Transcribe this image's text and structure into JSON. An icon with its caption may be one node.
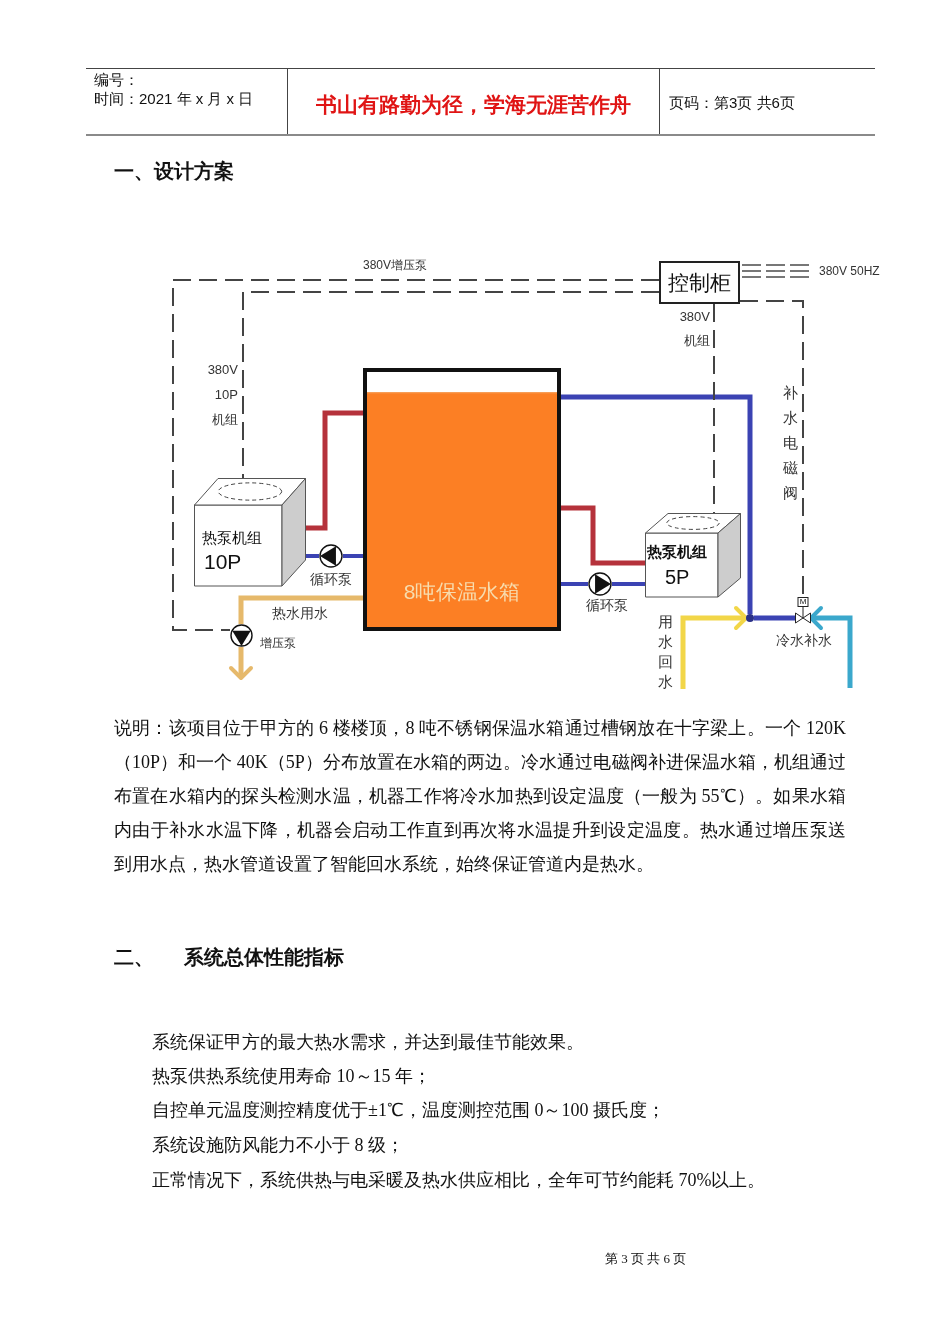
{
  "diagram": {
    "nodes": [
      {
        "text": [
          "控制柜"
        ]
      },
      {
        "text": [
          "热泵机组",
          "10P"
        ]
      },
      {
        "text": [
          "8吨保温水箱"
        ]
      },
      {
        "text": [
          "热泵机组",
          "5P"
        ]
      },
      {
        "text": [],
        "shape": "circle",
        "beside": [
          "循环泵"
        ]
      },
      {
        "text": [],
        "shape": "circle",
        "beside": [
          "循环泵"
        ]
      },
      {
        "text": [],
        "shape": "circle",
        "beside": [
          "增压泵"
        ]
      },
      {
        "text": [
          "M"
        ]
      },
      {
        "text": [],
        "shape": "dot"
      }
    ],
    "edges": [
      {
        "from": 1,
        "to": 2,
        "arrow": "none",
        "color": "#b5323b"
      },
      {
        "from": 2,
        "to": 4,
        "arrow": "none"
      },
      {
        "from": 4,
        "to": 1,
        "arrow": "none"
      },
      {
        "from": 3,
        "to": 2,
        "arrow": "none",
        "color": "#b5323b"
      },
      {
        "from": 2,
        "to": 5,
        "arrow": "none"
      },
      {
        "from": 5,
        "to": 3,
        "arrow": "none"
      },
      {
        "from": 2,
        "to": 6,
        "arrow": "none",
        "label": "热水用水",
        "color": "#e6b96b"
      },
      {
        "from": 6,
        "to": null,
        "arrow": "to",
        "color": "#e6b96b"
      },
      {
        "from": null,
        "to": 7,
        "arrow": "to",
        "label": "冷水补水",
        "color": "#3ba8cc"
      },
      {
        "from": 7,
        "to": 8,
        "arrow": "none"
      },
      {
        "from": null,
        "to": 8,
        "arrow": "to",
        "label": "用水回水",
        "color": "#f2d648"
      },
      {
        "from": 8,
        "to": 2,
        "arrow": "none"
      },
      {
        "from": 0,
        "to": 6,
        "arrow": "none",
        "label": "380V增压泵",
        "style": "dashed",
        "color": "#444444"
      },
      {
        "from": 0,
        "to": 1,
        "arrow": "none",
        "label": "380V 10P 机组",
        "style": "dashed",
        "color": "#444444"
      },
      {
        "from": 0,
        "to": 3,
        "arrow": "none",
        "label": "380V 机组",
        "style": "dashed",
        "color": "#444444"
      },
      {
        "from": 0,
        "to": 7,
        "arrow": "none",
        "label": "补水电磁阀",
        "style": "dashed",
        "color": "#444444"
      }
    ],
    "labels": [
      "编号：",
      "时间：2021 年 x 月 x 日",
      "书山有路勤为径，学海无涯苦作舟",
      "页码：第3页 共6页",
      "一、设计方案",
      "380V 50HZ",
      "说明：该项目位于甲方的 6 楼楼顶，8 吨不锈钢保温水箱通过槽钢放在十字梁上。一个 120K（10P）和一个 40K（5P）分布放置在水箱的两边。冷水通过电磁阀补进保温水箱，机组通过布置在水箱内的探头检测水温，机器工作将冷水加热到设定温度（一般为 55℃）。如果水箱内由于补水水温下降，机器会启动工作直到再次将水温提升到设定温度。热水通过增压泵送到用水点，热水管道设置了智能回水系统，始终保证管道内是热水。",
      "二、 系统总体性能指标",
      "系统保证甲方的最大热水需求，并达到最佳节能效果。",
      "热泵供热系统使用寿命 10～15 年；",
      "自控单元温度测控精度优于±1℃，温度测控范围 0～100 摄氏度；",
      "系统设施防风能力不小于 8 级；",
      "正常情况下，系统供热与电采暖及热水供应相比，全年可节约能耗 70%以上。",
      "第 3 页 共 6 页"
    ]
  }
}
